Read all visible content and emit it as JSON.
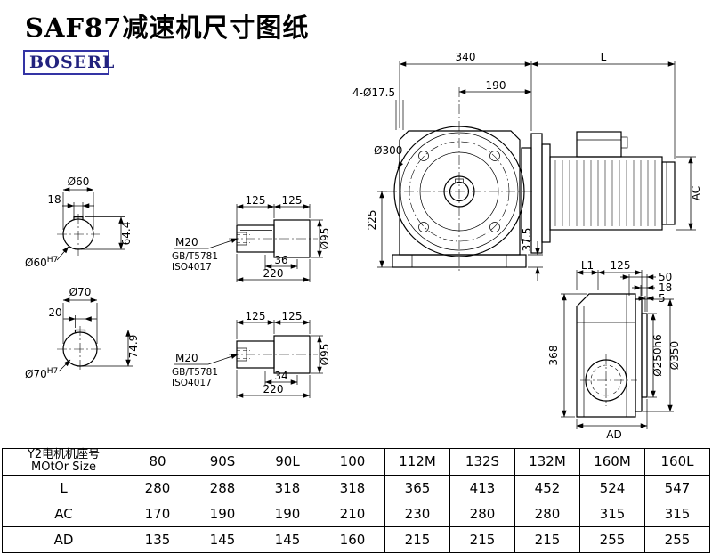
{
  "page": {
    "title": "SAF87减速机尺寸图纸",
    "logo": "BOSERL"
  },
  "shaft60": {
    "dia": "Ø60",
    "key_width": "18",
    "height": "64.4",
    "bore": "Ø60",
    "bore_tol": "H7"
  },
  "shaft70": {
    "dia": "Ø70",
    "key_width": "20",
    "height": "74.9",
    "bore": "Ø70",
    "bore_tol": "H7"
  },
  "shaft_end_top": {
    "len1": "125",
    "len2": "125",
    "thread": "M20",
    "std_gb": "GB/T5781",
    "std_iso": "ISO4017",
    "key_len": "36",
    "total_len": "220",
    "dia": "Ø95"
  },
  "shaft_end_bottom": {
    "len1": "125",
    "len2": "125",
    "thread": "M20",
    "std_gb": "GB/T5781",
    "std_iso": "ISO4017",
    "key_len": "34",
    "total_len": "220",
    "dia": "Ø95"
  },
  "front_view": {
    "width": "340",
    "motor_len": "L",
    "flange_depth": "190",
    "holes": "4-Ø17.5",
    "flange_dia": "Ø300",
    "center_height": "225",
    "foot_offset": "37.5",
    "motor_height": "AC"
  },
  "side_view": {
    "l1": "L1",
    "len125": "125",
    "d50": "50",
    "d18": "18",
    "d5": "5",
    "height": "368",
    "spigot_dia": "Ø250h6",
    "flange_dia": "Ø350",
    "ad": "AD"
  },
  "table": {
    "label_line1": "Y2电机机座号",
    "label_line2": "MOtOr Size",
    "sizes": [
      "80",
      "90S",
      "90L",
      "100",
      "112M",
      "132S",
      "132M",
      "160M",
      "160L"
    ],
    "rows": [
      {
        "label": "L",
        "values": [
          "280",
          "288",
          "318",
          "318",
          "365",
          "413",
          "452",
          "524",
          "547"
        ]
      },
      {
        "label": "AC",
        "values": [
          "170",
          "190",
          "190",
          "210",
          "230",
          "280",
          "280",
          "315",
          "315"
        ]
      },
      {
        "label": "AD",
        "values": [
          "135",
          "145",
          "145",
          "160",
          "215",
          "215",
          "215",
          "255",
          "255"
        ]
      }
    ]
  }
}
